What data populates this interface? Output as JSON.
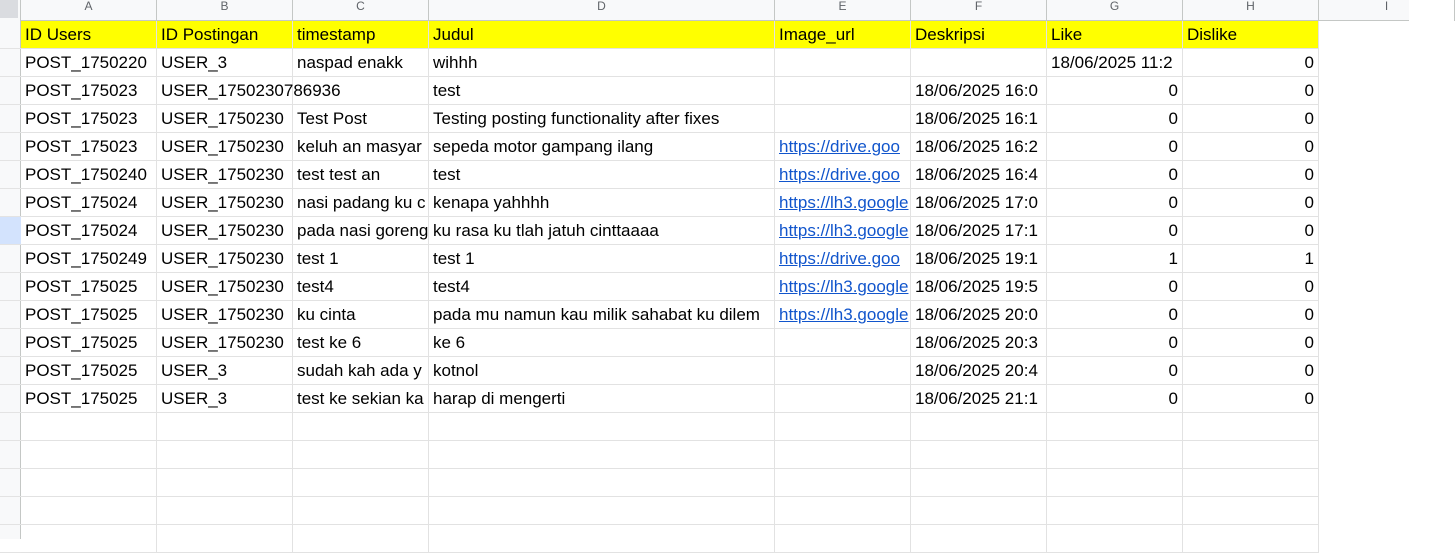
{
  "column_letters": [
    "A",
    "B",
    "C",
    "D",
    "E",
    "F",
    "G",
    "H",
    "I"
  ],
  "header_row": [
    "ID Users",
    "ID Postingan",
    "timestamp",
    "Judul",
    "Image_url",
    "Deskripsi",
    "Like",
    "Dislike"
  ],
  "rows": [
    [
      "POST_1750220",
      "USER_3",
      "naspad enakk",
      "wihhh",
      "",
      "",
      "18/06/2025 11:2",
      "0"
    ],
    [
      "POST_175023",
      "USER_1750230786936",
      "",
      "test",
      "",
      "18/06/2025 16:0",
      "0",
      "0"
    ],
    [
      "POST_175023",
      "USER_1750230",
      "Test Post",
      "Testing posting functionality after fixes",
      "",
      "18/06/2025 16:1",
      "0",
      "0"
    ],
    [
      "POST_175023",
      "USER_1750230",
      "keluh an masyar",
      "sepeda motor gampang ilang",
      "https://drive.goo",
      "18/06/2025 16:2",
      "0",
      "0"
    ],
    [
      "POST_1750240",
      "USER_1750230",
      "test test an",
      "test",
      "https://drive.goo",
      "18/06/2025 16:4",
      "0",
      "0"
    ],
    [
      "POST_175024",
      "USER_1750230",
      "nasi padang ku c",
      "kenapa yahhhh",
      "https://lh3.google",
      "18/06/2025 17:0",
      "0",
      "0"
    ],
    [
      "POST_175024",
      "USER_1750230",
      "pada nasi goreng",
      "ku rasa ku tlah jatuh cinttaaaa",
      "https://lh3.google",
      "18/06/2025 17:1",
      "0",
      "0"
    ],
    [
      "POST_1750249",
      "USER_1750230",
      "test 1",
      "test 1",
      "https://drive.goo",
      "18/06/2025 19:1",
      "1",
      "1"
    ],
    [
      "POST_175025",
      "USER_1750230",
      "test4",
      "test4",
      "https://lh3.google",
      "18/06/2025 19:5",
      "0",
      "0"
    ],
    [
      "POST_175025",
      "USER_1750230",
      "ku cinta",
      "pada mu namun kau milik sahabat ku dilem",
      "https://lh3.google",
      "18/06/2025 20:0",
      "0",
      "0"
    ],
    [
      "POST_175025",
      "USER_1750230",
      "test ke 6",
      "ke 6",
      "",
      "18/06/2025 20:3",
      "0",
      "0"
    ],
    [
      "POST_175025",
      "USER_3",
      "sudah kah ada y",
      "kotnol",
      "",
      "18/06/2025 20:4",
      "0",
      "0"
    ],
    [
      "POST_175025",
      "USER_3",
      "test ke sekian ka",
      "harap di mengerti",
      "",
      "18/06/2025 21:1",
      "0",
      "0"
    ]
  ],
  "colors": {
    "header_fill": "#ffff00",
    "link": "#1155cc",
    "selected_row_header": "#d3e3fd"
  }
}
